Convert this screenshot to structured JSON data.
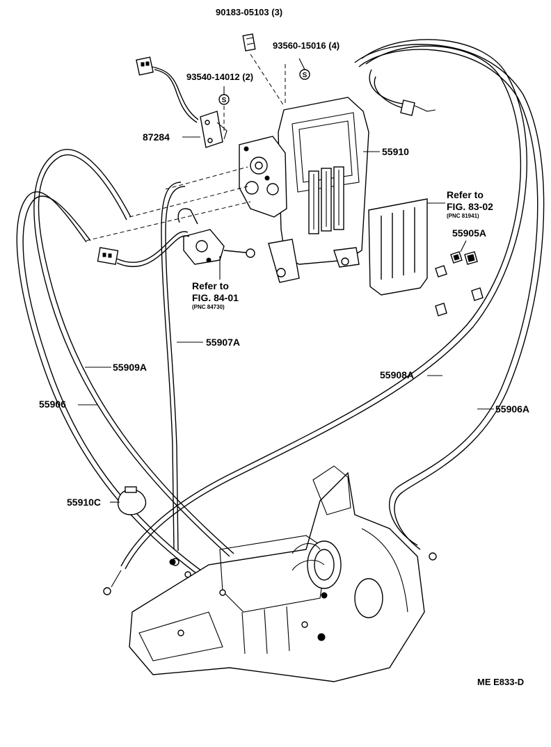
{
  "labels": {
    "p90183": "90183-05103 (3)",
    "p93560": "93560-15016 (4)",
    "p93540": "93540-14012 (2)",
    "p87284": "87284",
    "p55910": "55910",
    "ref83_a": "Refer to",
    "ref83_b": "FIG. 83-02",
    "ref83_c": "(PNC 81941)",
    "p55905A": "55905A",
    "ref84_a": "Refer to",
    "ref84_b": "FIG. 84-01",
    "ref84_c": "(PNC 84730)",
    "p55907A": "55907A",
    "p55909A": "55909A",
    "p55908A": "55908A",
    "p55906": "55906",
    "p55906A": "55906A",
    "p55910C": "55910C",
    "code": "ME E833-D"
  },
  "symbols": {
    "s_marker": "S"
  }
}
